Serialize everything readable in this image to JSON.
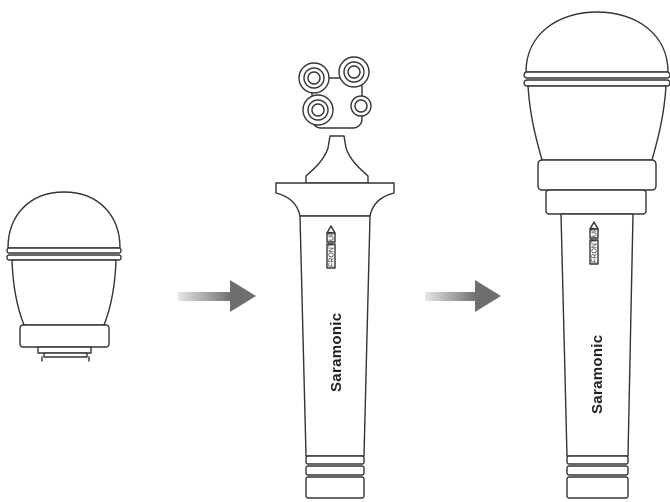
{
  "steps": [
    {
      "id": "windscreen-head",
      "label": ""
    },
    {
      "id": "microphone-with-capsule",
      "brand": "Saramonic",
      "marks": {
        "up": "UP",
        "front": "FRONT"
      }
    },
    {
      "id": "microphone-assembled",
      "brand": "Saramonic",
      "marks": {
        "up": "UP",
        "front": "FRONT"
      }
    }
  ],
  "arrows": [
    {
      "id": "arrow-1",
      "direction": "right"
    },
    {
      "id": "arrow-2",
      "direction": "right"
    }
  ],
  "colors": {
    "line": "#333333",
    "arrow_start": "#e6e6e6",
    "arrow_end": "#6e6e6e",
    "background": "#ffffff"
  }
}
